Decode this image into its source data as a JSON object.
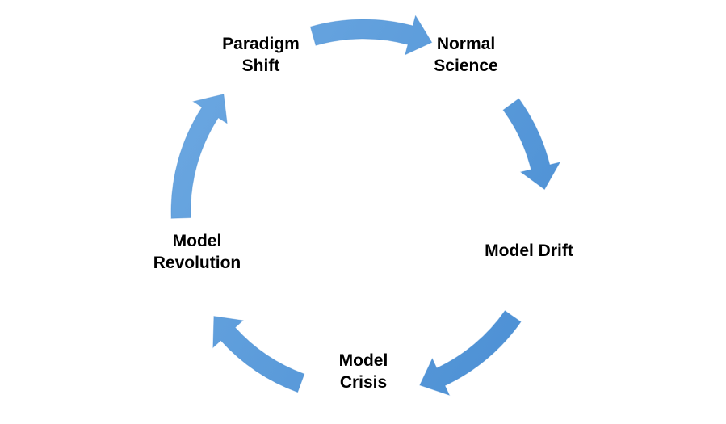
{
  "colors": {
    "arrow_light": "#78b1e6",
    "arrow_dark": "#3f86cf",
    "text": "#000000",
    "background": "#ffffff"
  },
  "cycle": {
    "stages": [
      {
        "id": "normal-science",
        "lines": [
          "Normal",
          "Science"
        ]
      },
      {
        "id": "model-drift",
        "lines": [
          "Model Drift"
        ]
      },
      {
        "id": "model-crisis",
        "lines": [
          "Model",
          "Crisis"
        ]
      },
      {
        "id": "model-revolution",
        "lines": [
          "Model",
          "Revolution"
        ]
      },
      {
        "id": "paradigm-shift",
        "lines": [
          "Paradigm",
          "Shift"
        ]
      }
    ]
  }
}
